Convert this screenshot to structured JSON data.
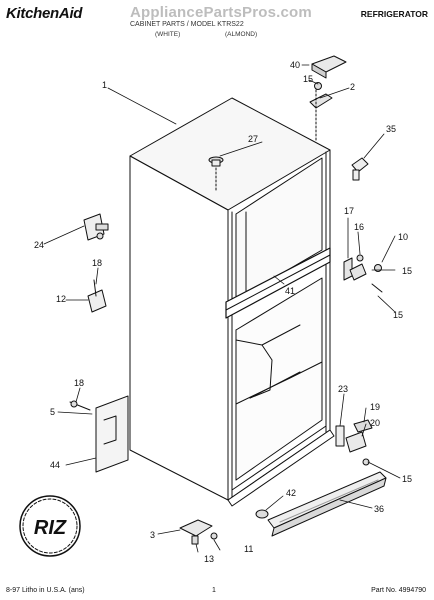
{
  "header": {
    "brand": "KitchenAid",
    "section": "REFRIGERATOR",
    "watermark": "AppliancePartsPros.com",
    "model_line": "CABINET PARTS / MODEL KTRS22",
    "sub_left": "(WHITE)",
    "sub_right": "(ALMOND)"
  },
  "footer": {
    "left": "8-97 Litho in U.S.A. (ans)",
    "center": "1",
    "right": "Part No. 4994790"
  },
  "callouts": {
    "n1": "1",
    "n2": "2",
    "n3": "3",
    "n5": "5",
    "n10": "10",
    "n11": "11",
    "n12": "12",
    "n13": "13",
    "n15a": "15",
    "n15b": "15",
    "n15c": "15",
    "n15d": "15",
    "n16": "16",
    "n17": "17",
    "n18a": "18",
    "n18b": "18",
    "n19": "19",
    "n20": "20",
    "n23": "23",
    "n24": "24",
    "n27": "27",
    "n35": "35",
    "n36": "36",
    "n40": "40",
    "n41": "41",
    "n42": "42",
    "n44": "44"
  },
  "logo": {
    "text": "RIZ"
  }
}
